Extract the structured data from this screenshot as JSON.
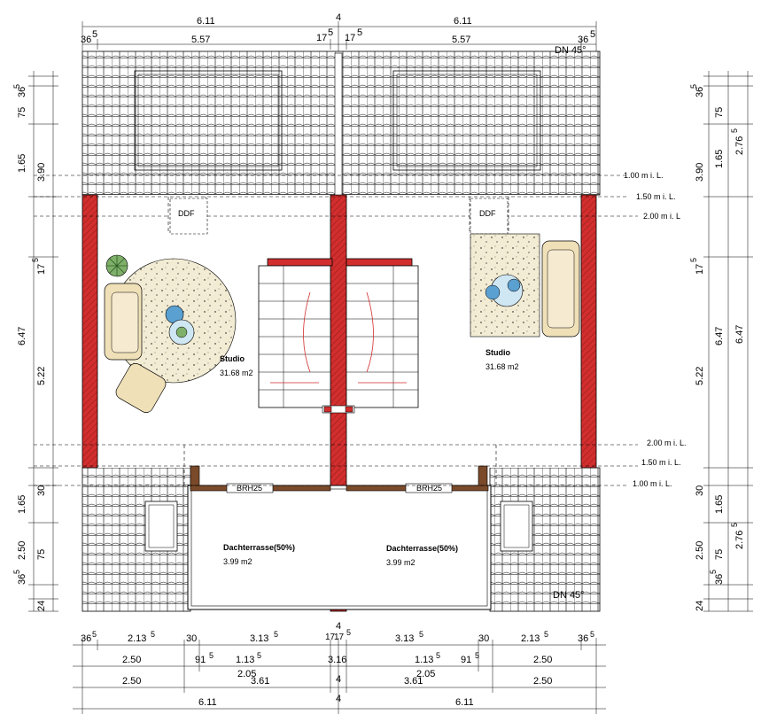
{
  "top_dims": {
    "row1": [
      "6.11",
      "4",
      "6.11"
    ],
    "row2": [
      "36",
      "5",
      "5.57",
      "17",
      "5",
      "17",
      "5",
      "5.57",
      "36",
      "5"
    ]
  },
  "roof_pitch_top": "DN 45°",
  "roof_pitch_bottom": "DN 45°",
  "height_marks": [
    "1.00 m i. L.",
    "1.50 m i. L.",
    "2.00 m i. L",
    "2.00 m i. L.",
    "1.50 m i. L.",
    "1.00 m i. L."
  ],
  "left_dims": {
    "col_a": [
      "36",
      "5",
      "75",
      "1.65",
      "17",
      "5",
      "5.22",
      "30",
      "1.65",
      "75",
      "36",
      "5"
    ],
    "col_b": [
      "3.90",
      "6.47",
      "2.50",
      "24"
    ]
  },
  "right_dims": {
    "col_a": [
      "36",
      "5",
      "75",
      "1.65",
      "17",
      "5",
      "5.22",
      "30",
      "1.65",
      "75",
      "36",
      "5",
      "24"
    ],
    "col_b": [
      "3.90",
      "6.47",
      "2.50"
    ],
    "col_c": [
      "2.76",
      "5",
      "6.47",
      "2.76",
      "5"
    ]
  },
  "bottom_dims": {
    "row1": [
      "36",
      "5",
      "2.13",
      "5",
      "30",
      "3.13",
      "5",
      "4",
      "17",
      "17",
      "5",
      "3.13",
      "5",
      "30",
      "2.13",
      "5",
      "36",
      "5"
    ],
    "row2": [
      "2.50",
      "91",
      "5",
      "1.13",
      "5",
      "3.16",
      "1.13",
      "5",
      "91",
      "5",
      "2.50"
    ],
    "row3": [
      "2.05",
      "2.05"
    ],
    "row4": [
      "2.50",
      "3.61",
      "4",
      "3.61",
      "2.50"
    ],
    "row5": [
      "6.11",
      "4",
      "6.11"
    ]
  },
  "skylight_label": "DDF",
  "parapet_label": "BRH25",
  "rooms": [
    {
      "name": "Studio",
      "area": "31.68 m2"
    },
    {
      "name": "Studio",
      "area": "31.68 m2"
    },
    {
      "name": "Dachterrasse(50%)",
      "area": "3.99 m2"
    },
    {
      "name": "Dachterrasse(50%)",
      "area": "3.99 m2"
    }
  ],
  "colors": {
    "wall": "#d22e2e",
    "furniture": "#efe0b8",
    "terrace_wall": "#7a4a2a",
    "accent": "#5aa0d0"
  }
}
